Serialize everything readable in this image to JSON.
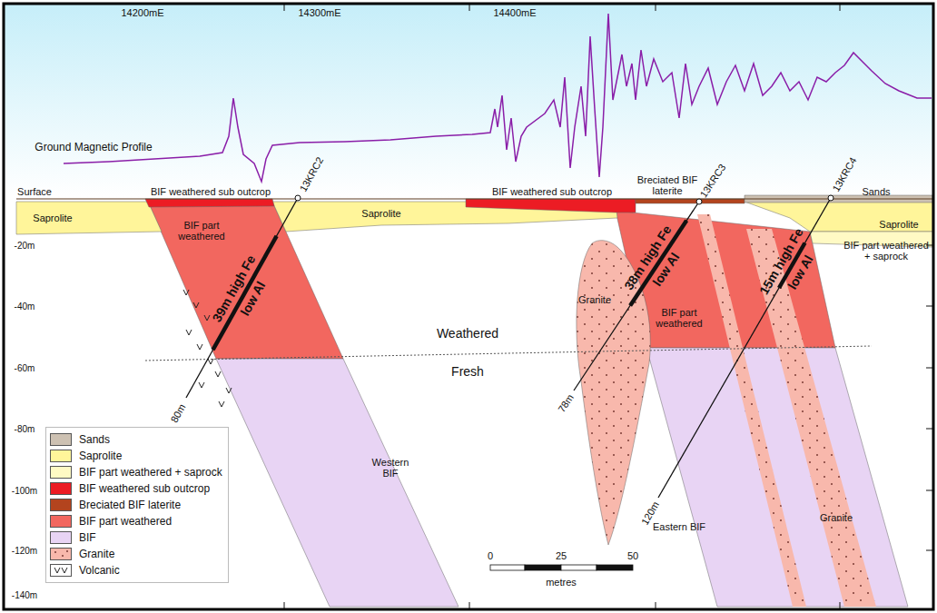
{
  "diagram": {
    "labels": [
      "14200mE",
      "14300mE",
      "14400mE",
      "Ground Magnetic Profile",
      "Surface",
      "BIF weathered sub outcrop",
      "13KRC2",
      "BIF weathered sub outcrop",
      "Breciated BIF laterite",
      "13KRC3",
      "13KRC4",
      "Sands",
      "Saprolite",
      "BIF part weathered",
      "Saprolite",
      "Saprolite",
      "BIF part weathered + saprock",
      "-20m",
      "-40m",
      "-60m",
      "-80m",
      "-100m",
      "-120m",
      "-140m",
      "39m high Fe",
      "low Al",
      "Weathered",
      "Fresh",
      "Granite",
      "38m high Fe",
      "low Al",
      "BIF part weathered",
      "15m high Fe",
      "low Al",
      "80m",
      "78m",
      "120m",
      "Western BIF",
      "Eastern BIF",
      "Granite",
      "0",
      "25",
      "50",
      "metres"
    ],
    "legend": [
      {
        "text": "Sands",
        "color": "#cdc1b2"
      },
      {
        "text": "Saprolite",
        "color": "#fff59a"
      },
      {
        "text": "BIF part weathered + saprock",
        "color": "#fffac4"
      },
      {
        "text": "BIF weathered sub outcrop",
        "color": "#ec1c24"
      },
      {
        "text": "Breciated BIF laterite",
        "color": "#b3441e"
      },
      {
        "text": "BIF part weathered",
        "color": "#f2675f"
      },
      {
        "text": "BIF",
        "color": "#e8d4f4"
      },
      {
        "text": "Granite",
        "color": "#f8b8ac"
      },
      {
        "text": "Volcanic"
      }
    ]
  }
}
